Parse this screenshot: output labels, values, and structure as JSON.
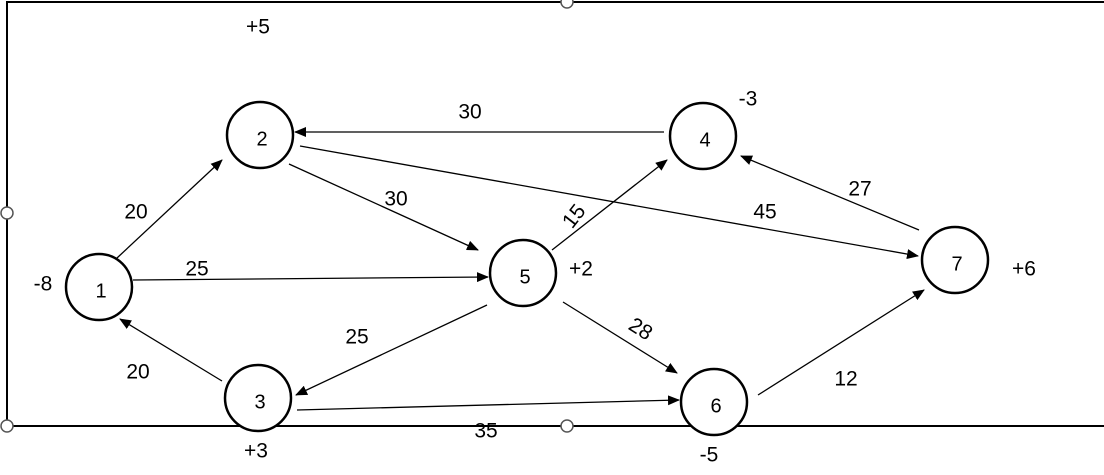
{
  "diagram": {
    "nodes": [
      {
        "id": "1",
        "label": "1",
        "supply": "-8"
      },
      {
        "id": "2",
        "label": "2",
        "supply": "+5"
      },
      {
        "id": "3",
        "label": "3",
        "supply": "+3"
      },
      {
        "id": "4",
        "label": "4",
        "supply": "-3"
      },
      {
        "id": "5",
        "label": "5",
        "supply": "+2"
      },
      {
        "id": "6",
        "label": "6",
        "supply": "-5"
      },
      {
        "id": "7",
        "label": "7",
        "supply": "+6"
      }
    ],
    "edges": [
      {
        "from": "1",
        "to": "2",
        "label": "20"
      },
      {
        "from": "1",
        "to": "5",
        "label": "25"
      },
      {
        "from": "3",
        "to": "1",
        "label": "20"
      },
      {
        "from": "2",
        "to": "5",
        "label": "30"
      },
      {
        "from": "4",
        "to": "2",
        "label": "30"
      },
      {
        "from": "2",
        "to": "7",
        "label": "45"
      },
      {
        "from": "5",
        "to": "4",
        "label": "15"
      },
      {
        "from": "5",
        "to": "3",
        "label": "25"
      },
      {
        "from": "5",
        "to": "6",
        "label": "28"
      },
      {
        "from": "3",
        "to": "6",
        "label": "35"
      },
      {
        "from": "7",
        "to": "4",
        "label": "27"
      },
      {
        "from": "6",
        "to": "7",
        "label": "12"
      }
    ]
  }
}
